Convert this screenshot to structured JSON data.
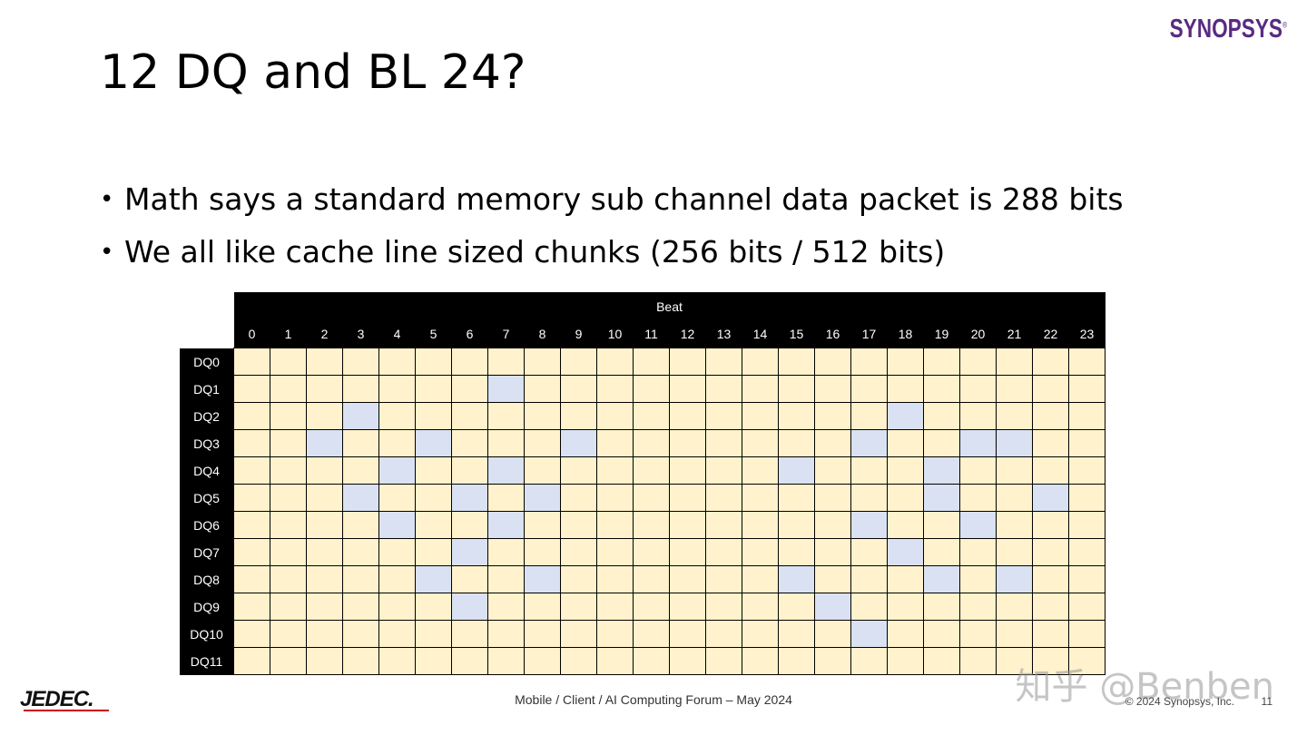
{
  "header": {
    "logo_text": "SYNOPSYS",
    "logo_mark": "®",
    "brand_color": "#5a2a82"
  },
  "slide": {
    "title": "12 DQ and BL 24?",
    "bullets": [
      "Math says a standard memory sub channel data packet is 288 bits",
      "We all like cache line sized chunks (256 bits / 512 bits)"
    ]
  },
  "chart_data": {
    "type": "table",
    "title": "Beat",
    "columns": [
      "0",
      "1",
      "2",
      "3",
      "4",
      "5",
      "6",
      "7",
      "8",
      "9",
      "10",
      "11",
      "12",
      "13",
      "14",
      "15",
      "16",
      "17",
      "18",
      "19",
      "20",
      "21",
      "22",
      "23"
    ],
    "rows": [
      "DQ0",
      "DQ1",
      "DQ2",
      "DQ3",
      "DQ4",
      "DQ5",
      "DQ6",
      "DQ7",
      "DQ8",
      "DQ9",
      "DQ10",
      "DQ11"
    ],
    "highlighted": [
      [],
      [
        7
      ],
      [
        3,
        18
      ],
      [
        2,
        5,
        9,
        17,
        20,
        21
      ],
      [
        4,
        7,
        15,
        19
      ],
      [
        3,
        6,
        8,
        19,
        22
      ],
      [
        4,
        7,
        17,
        20
      ],
      [
        6,
        18
      ],
      [
        5,
        8,
        15,
        19,
        21
      ],
      [
        6,
        16
      ],
      [
        17
      ],
      []
    ],
    "colors": {
      "cell": "#fff2cc",
      "highlight": "#d9e1f2",
      "header": "#000000"
    }
  },
  "footer": {
    "jedec_logo": "JEDEC.",
    "event": "Mobile / Client / AI Computing Forum – May 2024",
    "copyright": "© 2024 Synopsys, Inc.",
    "page_number": "11",
    "watermark": "知乎 @Benben"
  }
}
